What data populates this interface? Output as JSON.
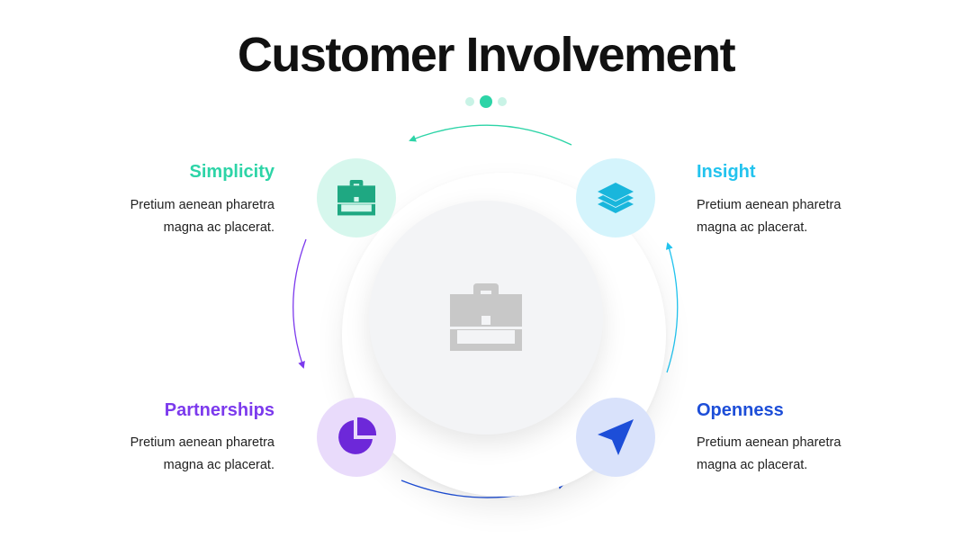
{
  "title": "Customer Involvement",
  "colors": {
    "teal": "#2dd4a7",
    "cyan": "#22c3ee",
    "purple": "#7c3aed",
    "blue": "#1d4ed8",
    "dot_light": "#c9f3e6",
    "dot_active": "#2dd4a7",
    "center_icon": "#c8c8c8"
  },
  "pagination": {
    "active_index": 1,
    "count": 3
  },
  "center": {
    "icon": "briefcase-icon"
  },
  "items": [
    {
      "title": "Simplicity",
      "line1": "Pretium aenean pharetra",
      "line2": "magna ac placerat.",
      "icon": "briefcase-icon",
      "color": "#2dd4a7"
    },
    {
      "title": "Insight",
      "line1": "Pretium aenean pharetra",
      "line2": "magna ac placerat.",
      "icon": "layers-icon",
      "color": "#22c3ee"
    },
    {
      "title": "Partnerships",
      "line1": "Pretium aenean pharetra",
      "line2": "magna ac placerat.",
      "icon": "pie-chart-icon",
      "color": "#7c3aed"
    },
    {
      "title": "Openness",
      "line1": "Pretium aenean pharetra",
      "line2": "magna ac placerat.",
      "icon": "send-icon",
      "color": "#1d4ed8"
    }
  ]
}
